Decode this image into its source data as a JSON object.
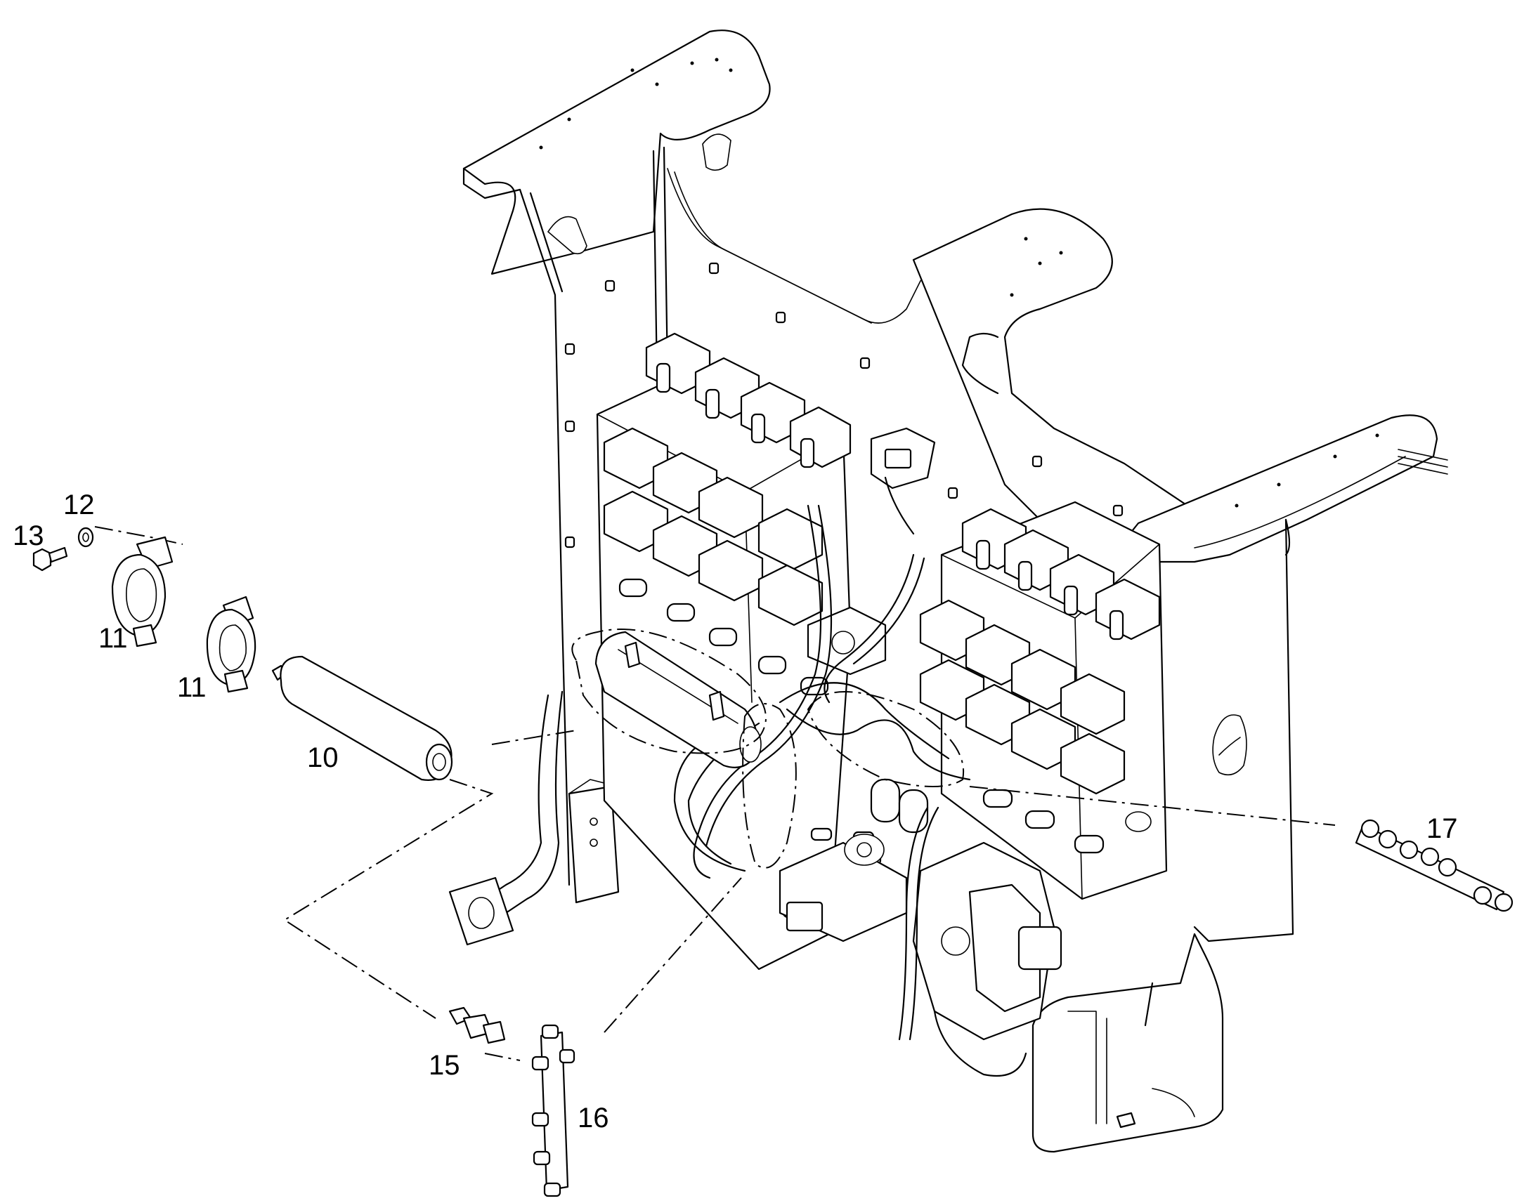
{
  "callouts": {
    "c10": "10",
    "c11a": "11",
    "c11b": "11",
    "c12": "12",
    "c13": "13",
    "c15": "15",
    "c16": "16",
    "c17": "17"
  }
}
